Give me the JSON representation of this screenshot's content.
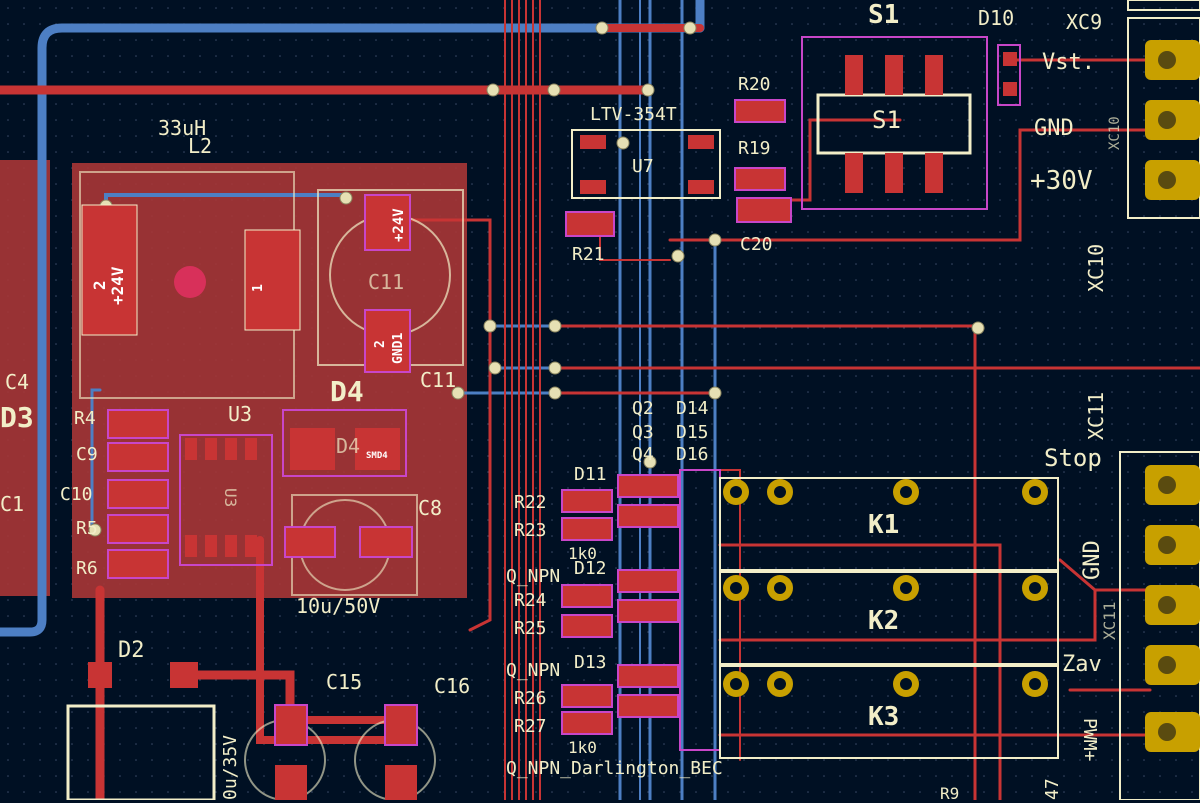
{
  "colors": {
    "background": "#001023",
    "front_copper": "#c83434",
    "back_copper": "#4d7fc4",
    "silkscreen": "#f2eec8",
    "courtyard": "#c846c8",
    "pad_gold": "#c8a000",
    "via": "#e6e0b4"
  },
  "labels": {
    "s1_top": "S1",
    "s1_body": "S1",
    "d10": "D10",
    "xc9": "XC9",
    "vst": "Vst.",
    "gnd_top": "GND",
    "v30": "+30V",
    "xc10_a": "XC10",
    "xc10_b": "XC10",
    "r20": "R20",
    "r19": "R19",
    "c20": "C20",
    "u7": "U7",
    "ltv": "LTV-354T",
    "r21": "R21",
    "inductor_value": "33uH",
    "l2": "L2",
    "pad_24v_left": "+24V",
    "pad_24v_right": "+24V",
    "pad_gnd1": "GND1",
    "pad_2_a": "2",
    "pad_2_b": "2",
    "pad_1": "1",
    "c11": "C11",
    "c11_b": "C11",
    "c4": "C4",
    "d3": "D3",
    "c1": "C1",
    "d4": "D4",
    "d4_pad": "D4",
    "u3": "U3",
    "u3_body": "U3",
    "r4": "R4",
    "c9": "C9",
    "c10": "C10",
    "r5": "R5",
    "r6": "R6",
    "c8": "C8",
    "cap_value": "10u/50V",
    "d2": "D2",
    "c15": "C15",
    "c16": "C16",
    "cap_value_2": "0u/35V",
    "q2": "Q2",
    "d14": "D14",
    "q3": "Q3",
    "d15": "D15",
    "q4": "Q4",
    "d16": "D16",
    "d11": "D11",
    "d12": "D12",
    "d13": "D13",
    "r22": "R22",
    "r23": "R23",
    "r24": "R24",
    "r25": "R25",
    "r26": "R26",
    "r27": "R27",
    "r_value_1": "1k0",
    "r_value_2": "1k0",
    "q_npn_1": "Q_NPN",
    "q_npn_2": "Q_NPN",
    "q_npn_darlington": "Q_NPN_Darlington_BEC",
    "k1": "K1",
    "k2": "K2",
    "k3": "K3",
    "stop": "Stop",
    "xc11": "XC11",
    "gnd_right": "GND",
    "xc11_b": "XC11",
    "zav": "Zav",
    "pwm": "PWM+",
    "pad_47": "47",
    "r9": "R9",
    "smd_label": "SMD4"
  }
}
